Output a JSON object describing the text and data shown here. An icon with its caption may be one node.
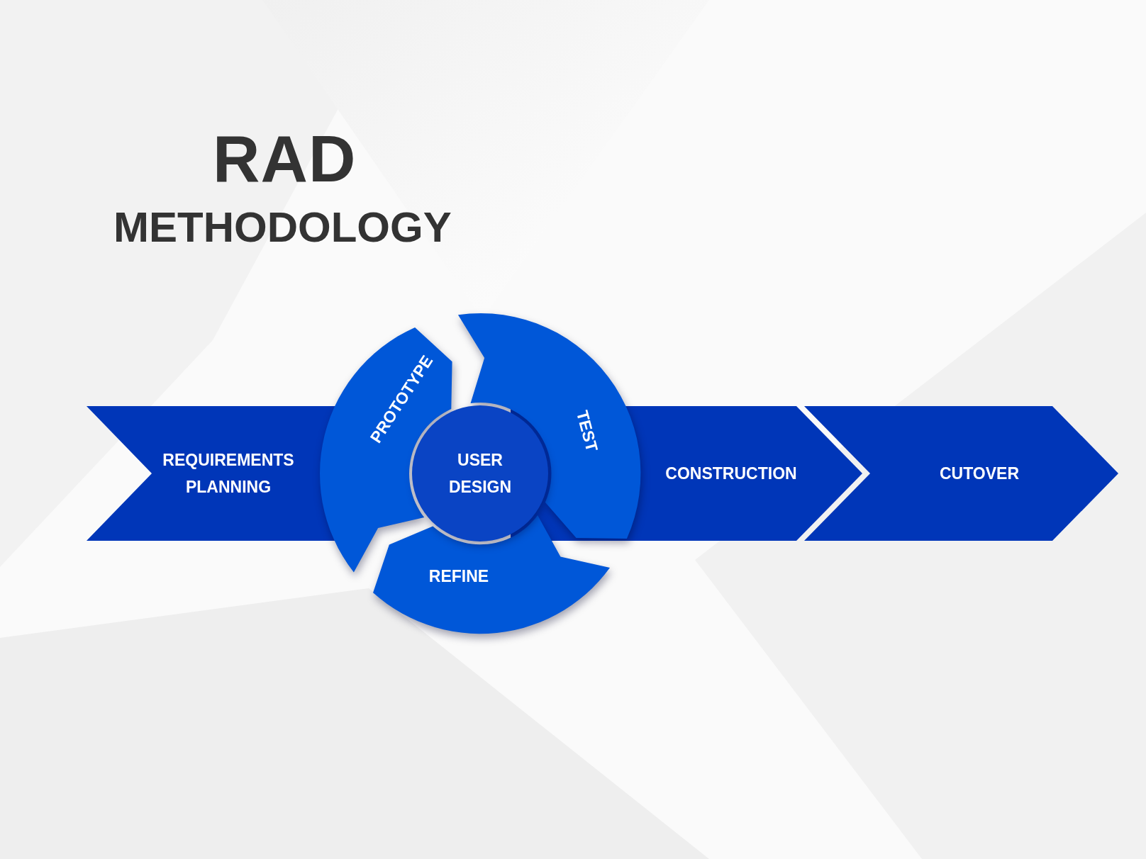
{
  "diagram": {
    "title": "RAD",
    "nodes": [
      {
        "text": [
          "REQUIREMENTS PLANNING"
        ]
      },
      {
        "text": [
          "PROTOTYPE"
        ]
      },
      {
        "text": [
          "USER DESIGN"
        ]
      },
      {
        "text": [
          "TEST"
        ]
      },
      {
        "text": [
          "REFINE"
        ]
      },
      {
        "text": [
          "CONSTRUCTION"
        ]
      },
      {
        "text": [
          "CUTOVER"
        ]
      }
    ],
    "labels": [
      "METHODOLOGY"
    ]
  }
}
